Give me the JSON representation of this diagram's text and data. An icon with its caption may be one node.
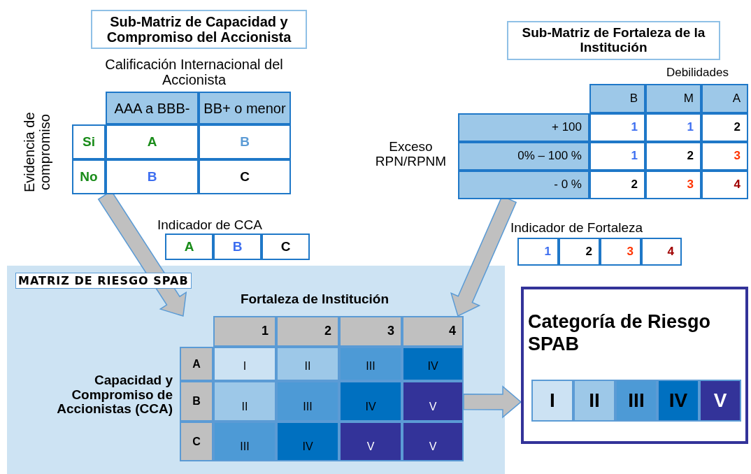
{
  "diagram": {
    "nodes": [
      {
        "text": [
          "Sub-Matriz de Capacidad y Compromiso del Accionista"
        ]
      },
      {
        "text": [],
        "shape": "table",
        "beside": [
          "Evidencia de compromiso"
        ]
      },
      {
        "text": [],
        "shape": "table",
        "beside": [
          "Indicador de CCA"
        ]
      },
      {
        "text": [
          "Sub-Matriz de Fortaleza de la Institución"
        ]
      },
      {
        "text": [],
        "shape": "table",
        "beside": [
          "Exceso RPN/RPNM"
        ]
      },
      {
        "text": [],
        "shape": "table",
        "beside": [
          "Indicador de Fortaleza"
        ]
      },
      {
        "text": [
          "MATRIZ DE RIESGO SPAB"
        ]
      },
      {
        "text": [],
        "shape": "table",
        "in": 6,
        "beside": [
          "Fortaleza de Institución",
          "Capacidad y Compromiso de Accionistas (CCA)"
        ]
      },
      {
        "text": [
          "Categoría de Riesgo SPAB"
        ]
      },
      {
        "text": [],
        "shape": "table",
        "in": 8
      }
    ],
    "edges": [
      {
        "from": 1,
        "to": 7,
        "arrow": "to",
        "style": "thick"
      },
      {
        "from": 4,
        "to": 7,
        "arrow": "to",
        "style": "thick"
      },
      {
        "from": 7,
        "to": 8,
        "arrow": "to",
        "style": "thick"
      }
    ],
    "labels": [
      "Calificación Internacional del Accionista",
      "AAA a BBB-",
      "BB+ o menor",
      "Si",
      "A",
      "B",
      "No",
      "B",
      "C",
      "A",
      "B",
      "C",
      "Debilidades",
      "B",
      "M",
      "A",
      "+ 100",
      "1",
      "1",
      "2",
      "0% – 100 %",
      "1",
      "2",
      "3",
      "- 0 %",
      "2",
      "3",
      "4",
      "1",
      "2",
      "3",
      "4",
      "1",
      "2",
      "3",
      "4",
      "A",
      "I",
      "II",
      "III",
      "IV",
      "B",
      "II",
      "III",
      "IV",
      "V",
      "C",
      "III",
      "IV",
      "V",
      "V",
      "I",
      "II",
      "III",
      "IV",
      "V"
    ]
  }
}
